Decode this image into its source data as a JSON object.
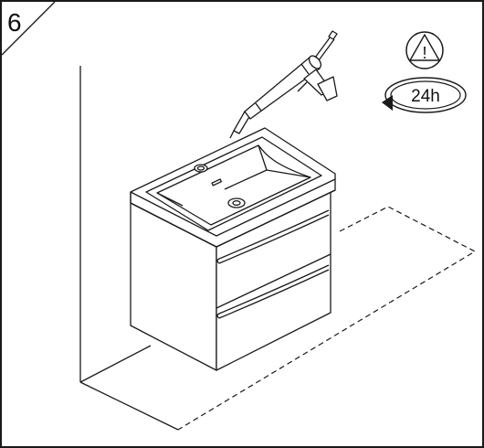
{
  "step": {
    "number": "6"
  },
  "warning": {
    "icon": "warning-triangle-icon",
    "symbol": "!"
  },
  "cure_timer": {
    "icon": "rotate-24h-icon",
    "label": "24h"
  },
  "illustration": {
    "subject": "vanity-unit-with-basin",
    "tool": "caulking-gun-icon",
    "floor_outline": "dashed"
  },
  "colors": {
    "line": "#1a1a1a",
    "background": "#ffffff"
  }
}
